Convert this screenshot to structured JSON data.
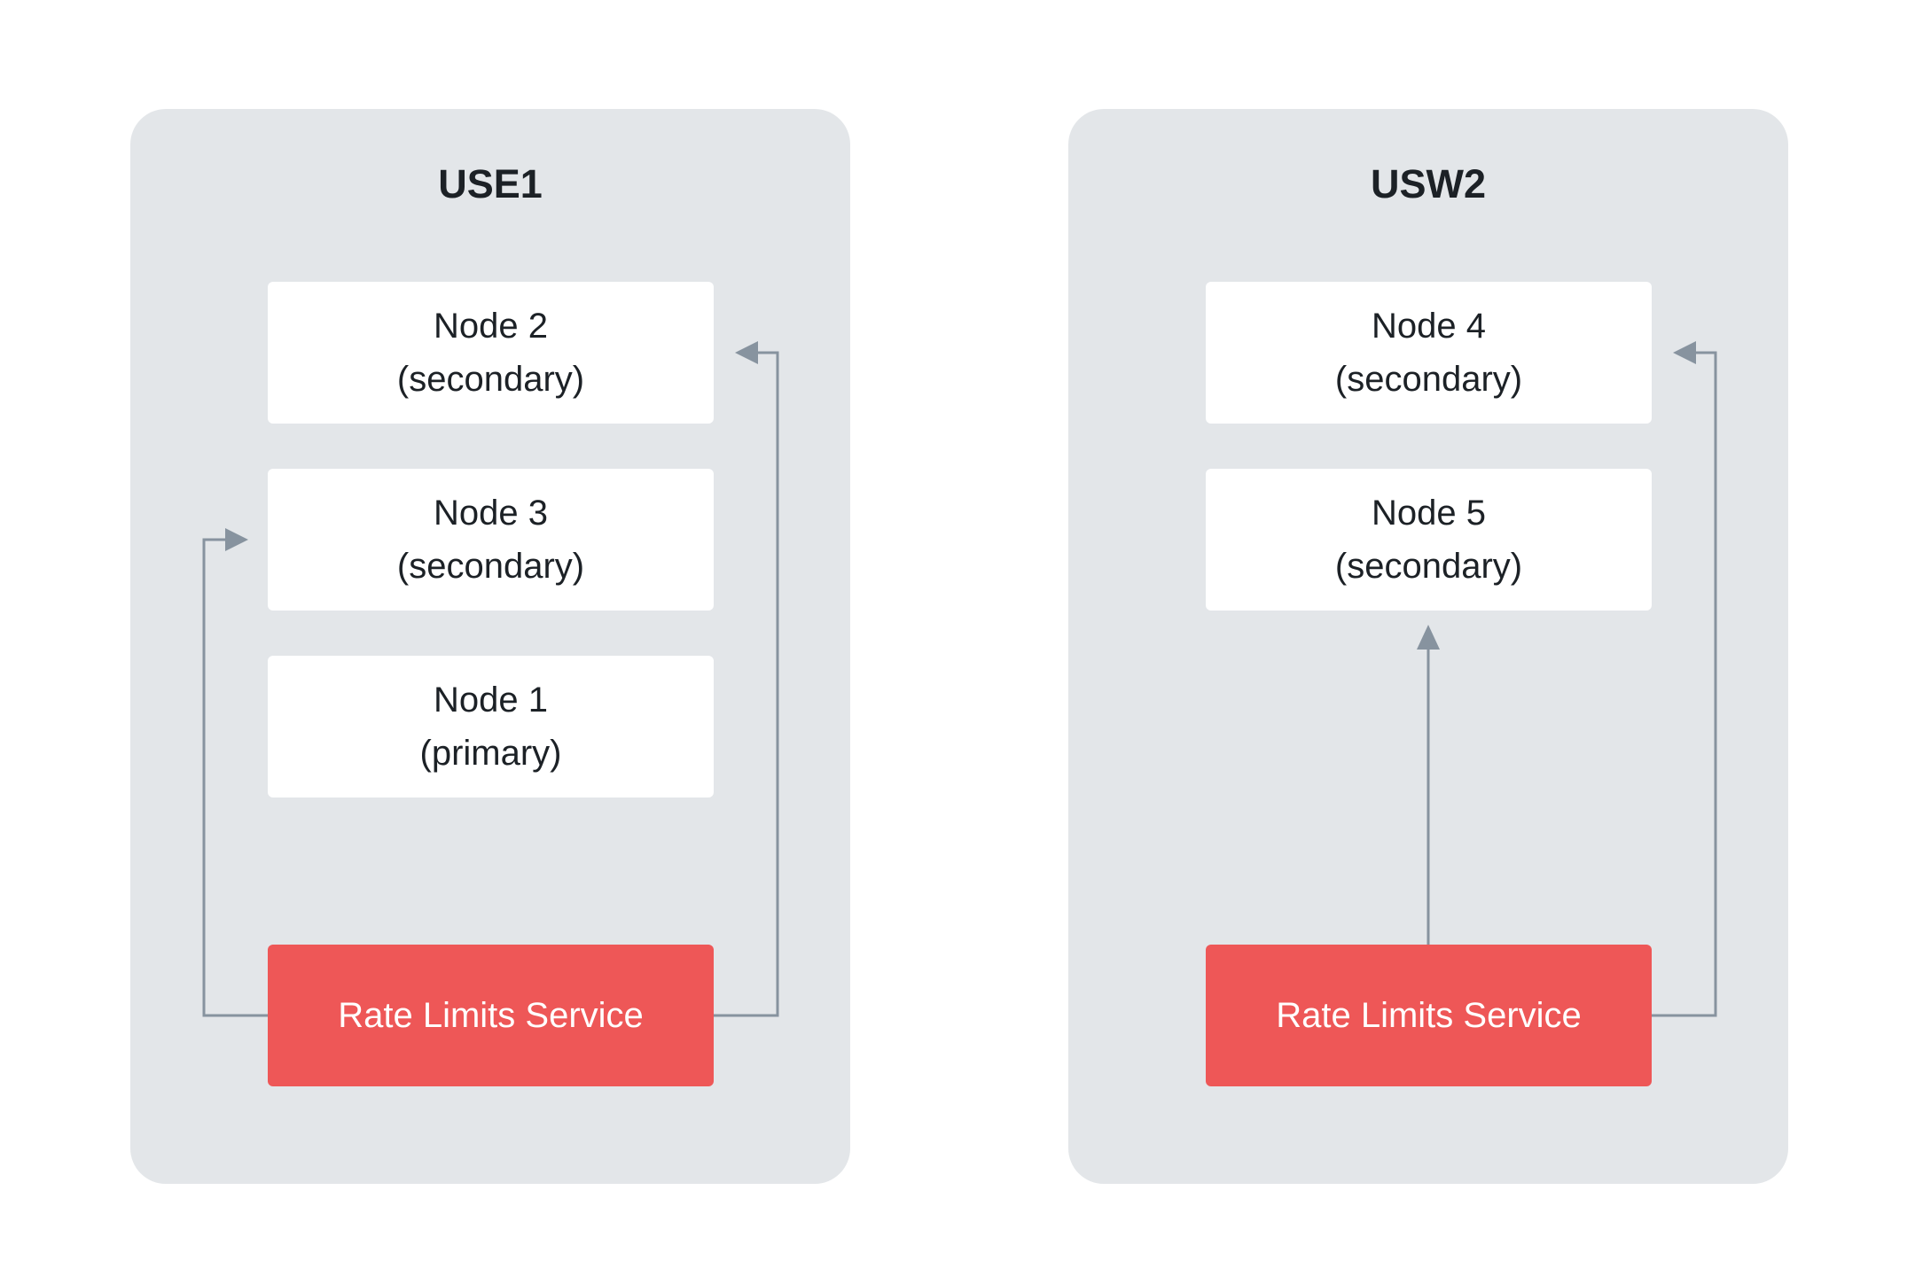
{
  "regions": [
    {
      "title": "USE1",
      "nodes": [
        {
          "name": "Node 2",
          "role": "(secondary)"
        },
        {
          "name": "Node 3",
          "role": "(secondary)"
        },
        {
          "name": "Node 1",
          "role": "(primary)"
        }
      ],
      "service": "Rate Limits Service"
    },
    {
      "title": "USW2",
      "nodes": [
        {
          "name": "Node 4",
          "role": "(secondary)"
        },
        {
          "name": "Node 5",
          "role": "(secondary)"
        }
      ],
      "service": "Rate Limits Service"
    }
  ],
  "colors": {
    "region_background": "#e3e6e9",
    "node_background": "#ffffff",
    "service_background": "#ee5757",
    "connector": "#87939f",
    "text": "#1c2126"
  }
}
